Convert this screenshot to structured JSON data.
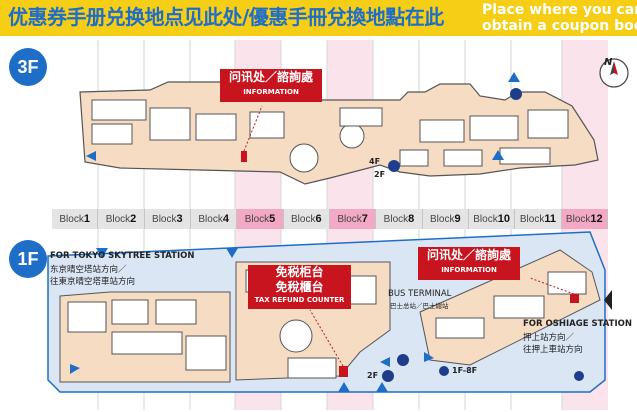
{
  "header": {
    "title_cn": "优惠券手册兑换地点见此处/優惠手冊兌換地點在此",
    "title_en_line1": "Place where you can",
    "title_en_line2": "obtain a coupon book"
  },
  "floor_3f": {
    "badge": "3F",
    "info_label_cn": "问讯处／諮詢處",
    "info_label_en": "INFORMATION",
    "elevator_4f": "4F",
    "elevator_2f": "2F"
  },
  "floor_1f": {
    "badge": "1F",
    "skytree_en": "FOR TOKYO SKYTREE STATION",
    "skytree_cn1": "东京晴空塔站方向／",
    "skytree_cn2": "往東京晴空塔車站方向",
    "tax_line1": "免税柜台",
    "tax_line2": "免稅櫃台",
    "tax_en": "TAX REFUND COUNTER",
    "info_label_cn": "问讯处／諮詢處",
    "info_label_en": "INFORMATION",
    "bus_en": "BUS TERMINAL",
    "bus_cn": "巴士总站／巴士總站",
    "oshiage_en": "FOR OSHIAGE STATION",
    "oshiage_cn1": "押上站方向／",
    "oshiage_cn2": "往押上車站方向",
    "elevator_2f": "2F",
    "elevator_range": "1F-8F"
  },
  "blocks": [
    {
      "word": "Block",
      "num": "1",
      "highlight": false
    },
    {
      "word": "Block",
      "num": "2",
      "highlight": false
    },
    {
      "word": "Block",
      "num": "3",
      "highlight": false
    },
    {
      "word": "Block",
      "num": "4",
      "highlight": false
    },
    {
      "word": "Block",
      "num": "5",
      "highlight": true
    },
    {
      "word": "Block",
      "num": "6",
      "highlight": false
    },
    {
      "word": "Block",
      "num": "7",
      "highlight": true
    },
    {
      "word": "Block",
      "num": "8",
      "highlight": false
    },
    {
      "word": "Block",
      "num": "9",
      "highlight": false
    },
    {
      "word": "Block",
      "num": "10",
      "highlight": false
    },
    {
      "word": "Block",
      "num": "11",
      "highlight": false
    },
    {
      "word": "Block",
      "num": "12",
      "highlight": true
    }
  ],
  "compass": "N",
  "colors": {
    "header_bg": "#f6ce16",
    "brand_blue": "#1e6ec8",
    "info_red": "#c8141e",
    "shop_peach": "#f7dcc4",
    "block_pink": "#f3a9c5",
    "floor_1f_fill": "#dbe6f5"
  }
}
